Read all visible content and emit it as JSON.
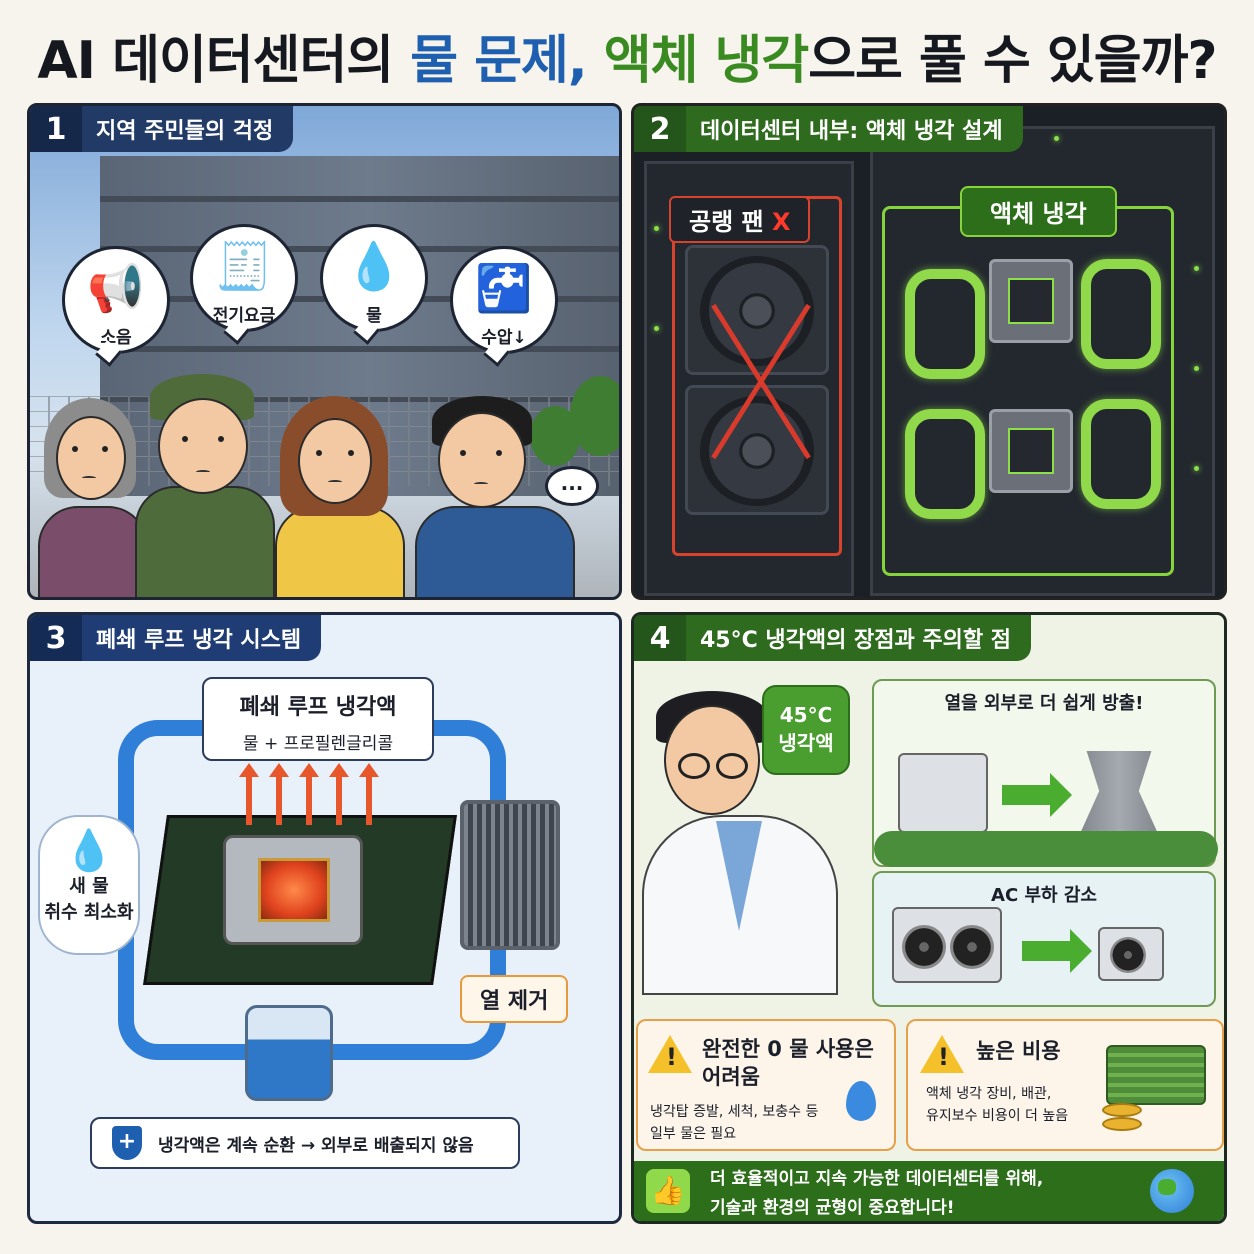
{
  "title": {
    "part1": "AI 데이터센터의 ",
    "part2": "물 문제,",
    "part3": " 액체 냉각",
    "part4": "으로 풀 수 있을까?"
  },
  "panel1": {
    "number": "1",
    "heading": "지역 주민들의 걱정",
    "bubbles": [
      {
        "icon": "megaphone-icon",
        "label": "소음"
      },
      {
        "icon": "electric-bill-icon",
        "label": "전기요금"
      },
      {
        "icon": "water-drop-icon",
        "label": "물"
      },
      {
        "icon": "faucet-icon",
        "label": "수압↓"
      }
    ],
    "ellipsis": "..."
  },
  "panel2": {
    "number": "2",
    "heading": "데이터센터 내부: 액체 냉각 설계",
    "fan_label": "공랭 팬",
    "fan_x": "X",
    "liquid_label": "액체 냉각"
  },
  "panel3": {
    "number": "3",
    "heading": "폐쇄 루프 냉각 시스템",
    "coolant_title": "폐쇄 루프 냉각액",
    "coolant_sub": "물 + 프로필렌글리콜",
    "intake_line1": "새 물",
    "intake_line2": "취수 최소화",
    "heat_label": "열 제거",
    "note": "냉각액은 계속 순환 → 외부로 배출되지 않음"
  },
  "panel4": {
    "number": "4",
    "heading": "45°C 냉각액의 장점과 주의할 점",
    "speech_line1": "45°C",
    "speech_line2": "냉각액",
    "box1_title": "열을 외부로 더 쉽게 방출!",
    "box2_title": "AC 부하 감소",
    "warn1_title_l1": "완전한 0 물 사용은",
    "warn1_title_l2": "어려움",
    "warn1_text_l1": "냉각탑 증발, 세척, 보충수 등",
    "warn1_text_l2": "일부 물은 필요",
    "warn2_title": "높은 비용",
    "warn2_text_l1": "액체 냉각 장비, 배관,",
    "warn2_text_l2": "유지보수 비용이 더 높음",
    "banner_l1": "더 효율적이고 지속 가능한 데이터센터를 위해,",
    "banner_l2": "기술과 환경의 균형이 중요합니다!"
  },
  "colors": {
    "accent_blue": "#1f5fb0",
    "accent_green": "#3a8a22",
    "warning_red": "#d83a2b",
    "coolant_green": "#8fd94a"
  }
}
